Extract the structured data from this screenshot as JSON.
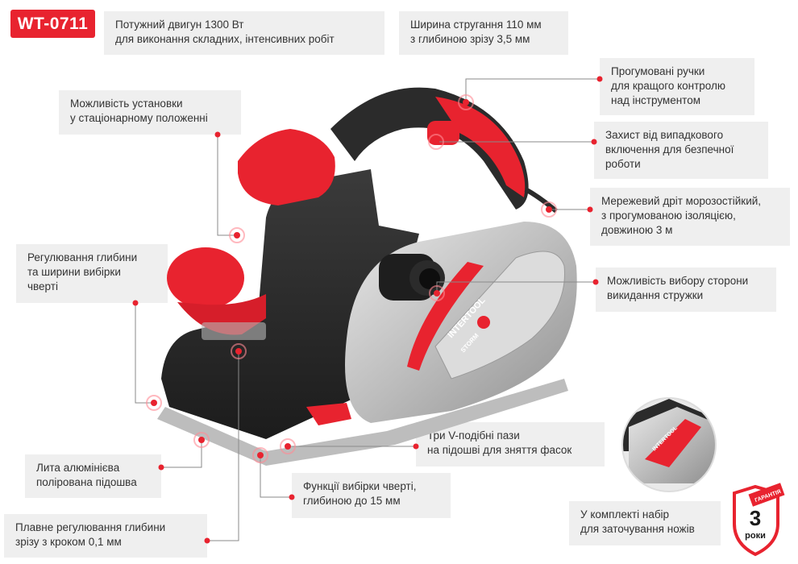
{
  "model_code": "WT-0711",
  "features": {
    "motor": "Потужний двигун 1300 Вт\nдля виконання складних, інтенсивних робіт",
    "width": "Ширина стругання 110 мм\nз глибиною зрізу 3,5 мм",
    "handles": "Прогумовані ручки\nдля кращого контролю\nнад інструментом",
    "safety": "Захист від випадкового\nвключення для безпечної\nроботи",
    "cable": "Мережевий дріт морозостійкий,\nз прогумованою ізоляцією,\nдовжиною 3 м",
    "chips": "Можливість вибору сторони\nвикидання стружки",
    "stationary": "Можливість установки\nу стаціонарному положенні",
    "depth_rebate": "Регулювання глибини\nта ширини вибірки\nчверті",
    "sole": "Лита алюмінієва\nполірована підошва",
    "grooves": "Три V-подібні пази\nна підошві для зняття фасок",
    "rebate": "Функції вибірки чверті,\nглибиною до 15 мм",
    "fine_adjust": "Плавне регулювання глибини\nзрізу з кроком 0,1 мм",
    "blade_kit": "У комплекті набір\nдля заточування ножів"
  },
  "brand": {
    "logo": "INTERTOOL",
    "series": "STORM"
  },
  "warranty": {
    "number": "3",
    "unit": "роки",
    "ribbon": "ГАРАНТІЯ"
  },
  "colors": {
    "accent": "#e8232f",
    "callout_bg": "#efefef",
    "body_dark": "#2b2b2b",
    "metal": "#c9c9c9"
  }
}
